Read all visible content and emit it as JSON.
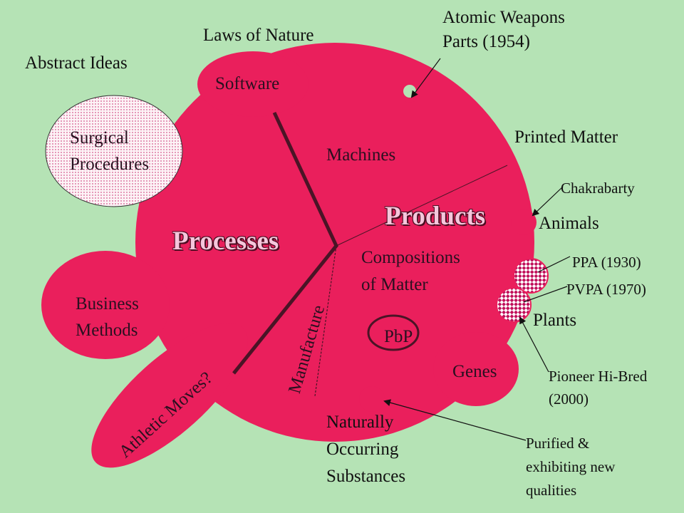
{
  "labels": {
    "abstract_ideas": "Abstract Ideas",
    "laws_of_nature": "Laws of Nature",
    "atomic_weapons_line1": "Atomic Weapons",
    "atomic_weapons_line2": "Parts (1954)",
    "software": "Software",
    "surgical_line1": "Surgical",
    "surgical_line2": "Procedures",
    "printed_matter": "Printed Matter",
    "machines": "Machines",
    "chakrabarty": "Chakrabarty",
    "products": "Products",
    "animals": "Animals",
    "processes": "Processes",
    "compositions_line1": "Compositions",
    "compositions_line2": "of Matter",
    "ppa": "PPA (1930)",
    "pvpa": "PVPA (1970)",
    "plants": "Plants",
    "business_line1": "Business",
    "business_line2": "Methods",
    "manufacture": "Manufacture",
    "pbp": "PbP",
    "athletic_moves": "Athletic Moves?",
    "genes": "Genes",
    "pioneer_line1": "Pioneer Hi-Bred",
    "pioneer_line2": "(2000)",
    "naturally_line1": "Naturally",
    "naturally_line2": "Occurring",
    "naturally_line3": "Substances",
    "purified_line1": "Purified &",
    "purified_line2": "exhibiting new",
    "purified_line3": "qualities"
  },
  "colors": {
    "background": "#b5e3b5",
    "blob": "#ea1f5c",
    "surgical_fill": "#fdf0f4",
    "checker": "#c0105a",
    "line": "#4a1426"
  }
}
